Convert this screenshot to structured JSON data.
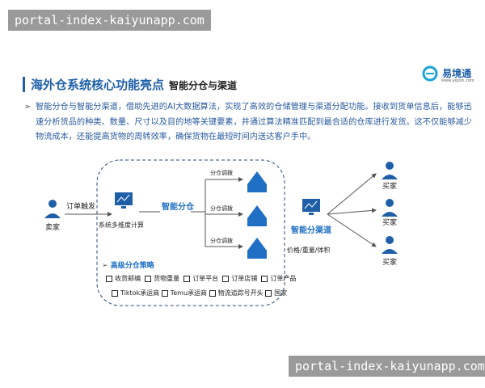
{
  "watermarks": [
    "portal-index-kaiyunapp.com",
    "portal-index-kaiyunapp.com"
  ],
  "logo": {
    "name": "易境通",
    "url_text": "www.yejoin.com"
  },
  "header": {
    "title": "海外仓系统核心功能亮点",
    "subtitle": "智能分仓与渠道"
  },
  "intro": "智能分仓与智能分渠道，借助先进的AI大数据算法，实现了高效的仓储管理与渠道分配功能。接收到货单信息后，能够迅速分析货品的种类、数量、尺寸以及目的地等关键要素，并通过算法精准匹配到最合适的仓库进行发货。这不仅能够减少物流成本，还能提高货物的周转效率，确保货物在最短时间内送达客户手中。",
  "diagram": {
    "seller": "卖家",
    "trigger": "订单触发",
    "system": "系统多维度计算",
    "smart_warehouse": "智能分仓",
    "transfers": [
      "分仓调拨",
      "分仓调拨",
      "分仓调拨"
    ],
    "strategy_title": "高级分仓策略",
    "strategy_row1": [
      "收货邮编",
      "货物重量",
      "订单平台",
      "订单店铺",
      "订单产品"
    ],
    "strategy_row2": [
      "Tiktok承运商",
      "Temu承运商",
      "物流追踪号开头",
      "国家"
    ],
    "smart_channel": "智能分渠道",
    "channel_factors": "价格/重量/体积",
    "buyers": [
      "买家",
      "买家",
      "买家"
    ]
  },
  "colors": {
    "accent": "#1f6fc4",
    "title": "#1f5fa8"
  }
}
